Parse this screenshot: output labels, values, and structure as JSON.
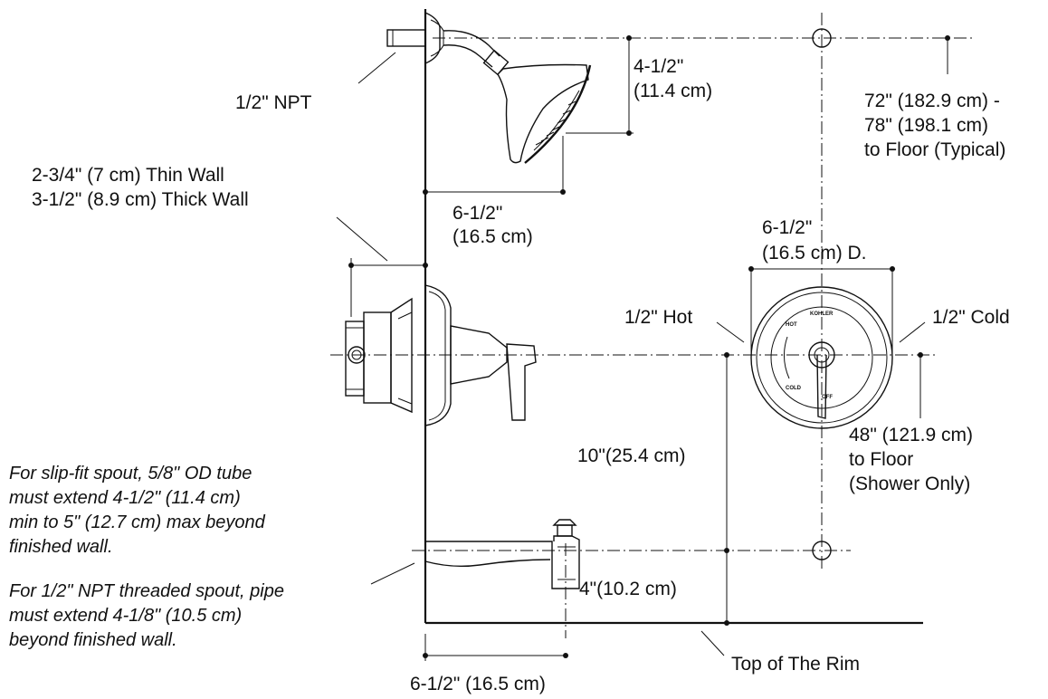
{
  "labels": {
    "npt_label": "1/2\" NPT",
    "wall_thin": "2-3/4\" (7 cm) Thin Wall",
    "wall_thick": "3-1/2\" (8.9 cm) Thick Wall",
    "head_drop_1": "4-1/2\"",
    "head_drop_2": "(11.4 cm)",
    "head_height_1": "72\" (182.9 cm) -",
    "head_height_2": "78\" (198.1 cm)",
    "head_height_3": "to Floor (Typical)",
    "arm_reach_1": "6-1/2\"",
    "arm_reach_2": "(16.5 cm)",
    "trim_dia_1": "6-1/2\"",
    "trim_dia_2": "(16.5 cm) D.",
    "hot_label": "1/2\" Hot",
    "cold_label": "1/2\" Cold",
    "valve_height_1": "48\" (121.9 cm)",
    "valve_height_2": "to Floor",
    "valve_height_3": "(Shower Only)",
    "valve_to_spout": "10\"(25.4 cm)",
    "spout_to_rim": "4\"(10.2 cm)",
    "spout_reach": "6-1/2\" (16.5 cm)",
    "rim_label": "Top of The Rim"
  },
  "notes": {
    "slip_1": "For slip-fit spout, 5/8\" OD tube",
    "slip_2": "must extend 4-1/2\" (11.4 cm)",
    "slip_3": "min to 5\" (12.7 cm) max beyond",
    "slip_4": "finished wall.",
    "npt_1": "For 1/2\" NPT threaded spout, pipe",
    "npt_2": "must extend 4-1/8\" (10.5 cm)",
    "npt_3": "beyond finished wall."
  },
  "faceplate": {
    "brand": "KOHLER",
    "hot": "HOT",
    "cold": "COLD",
    "off": "OFF"
  }
}
